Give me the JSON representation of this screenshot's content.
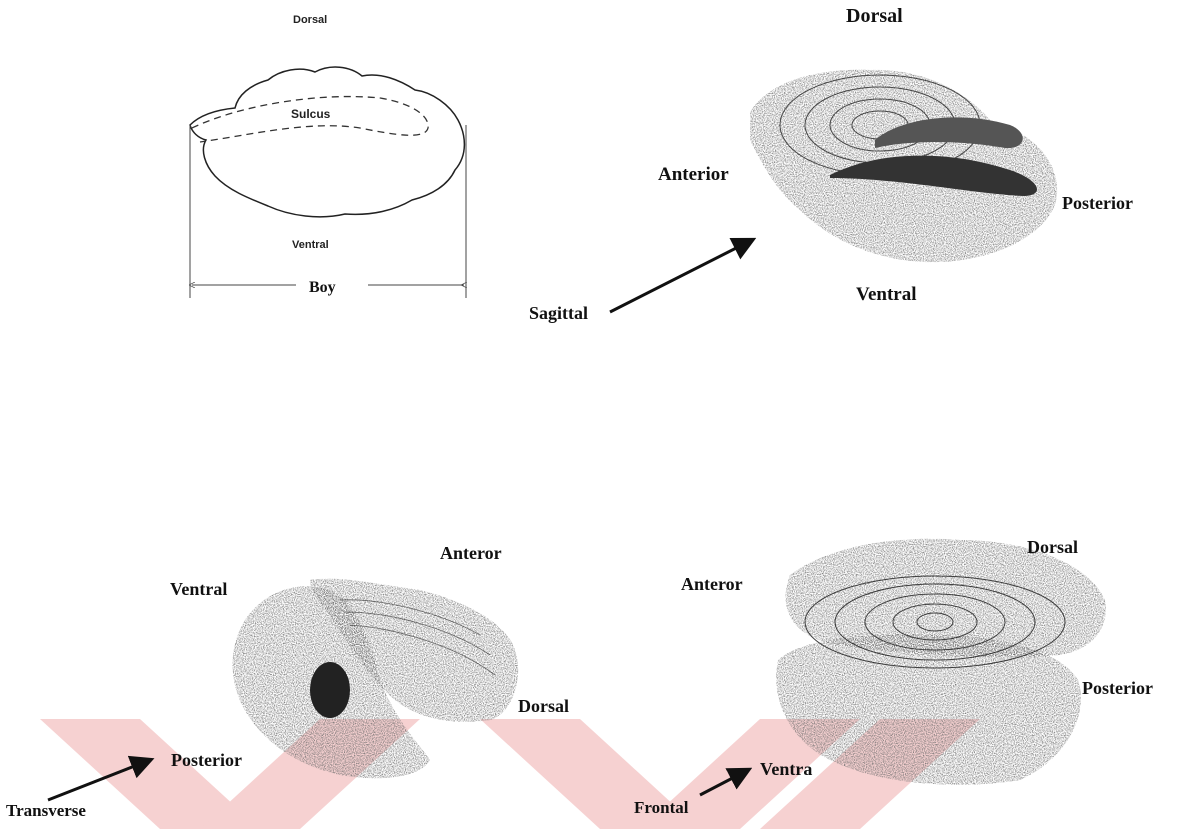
{
  "sketch": {
    "dorsal": "Dorsal",
    "sulcus": "Sulcus",
    "ventral": "Ventral",
    "length": "Boy"
  },
  "sagittal_view": {
    "dorsal": "Dorsal",
    "anterior": "Anterior",
    "posterior": "Posterior",
    "ventral": "Ventral",
    "plane": "Sagittal"
  },
  "transverse_view": {
    "anterior": "Anteror",
    "ventral": "Ventral",
    "dorsal": "Dorsal",
    "posterior": "Posterior",
    "plane": "Transverse"
  },
  "frontal_view": {
    "dorsal": "Dorsal",
    "anterior": "Anteror",
    "posterior": "Posterior",
    "ventral": "Ventra",
    "plane": "Frontal"
  },
  "colors": {
    "ink": "#111111",
    "stipple": "#555555",
    "watermark": "#f3c2c2"
  }
}
